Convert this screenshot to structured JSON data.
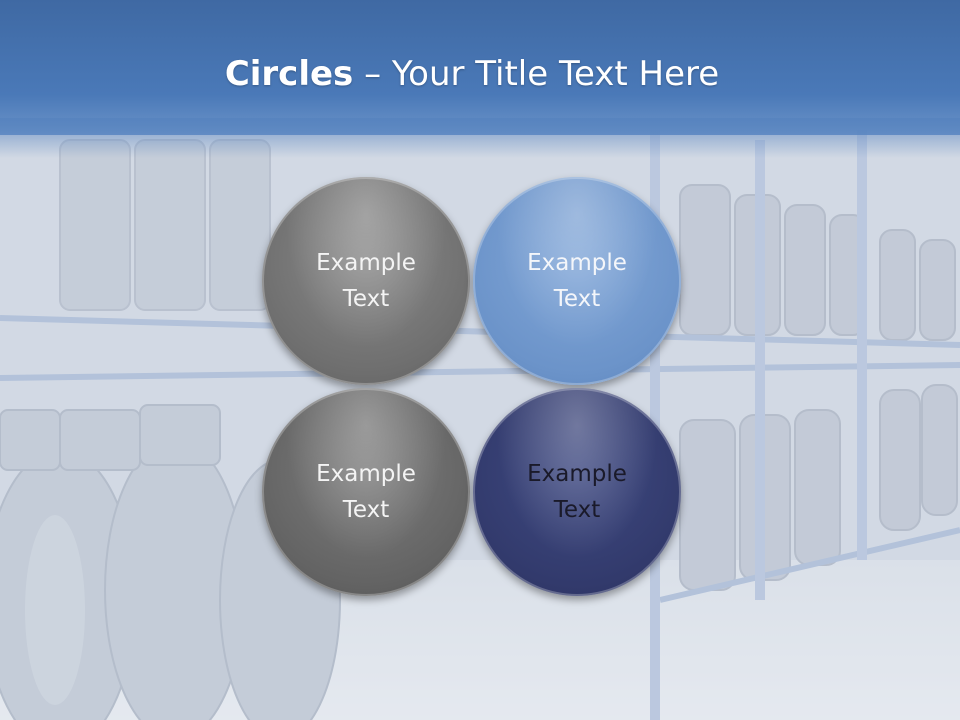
{
  "slide": {
    "title_bold": "Circles",
    "title_rest": " – Your Title Text Here"
  },
  "circles": [
    {
      "line1": "Example",
      "line2": "Text",
      "color": "#6e6e6e"
    },
    {
      "line1": "Example",
      "line2": "Text",
      "color": "#6b93c9"
    },
    {
      "line1": "Example",
      "line2": "Text",
      "color": "#636363"
    },
    {
      "line1": "Example",
      "line2": "Text",
      "color": "#323a6c"
    }
  ],
  "colors": {
    "header": "#4a79b8",
    "background": "#cfd6e2",
    "rack": "#8fa6cc"
  }
}
